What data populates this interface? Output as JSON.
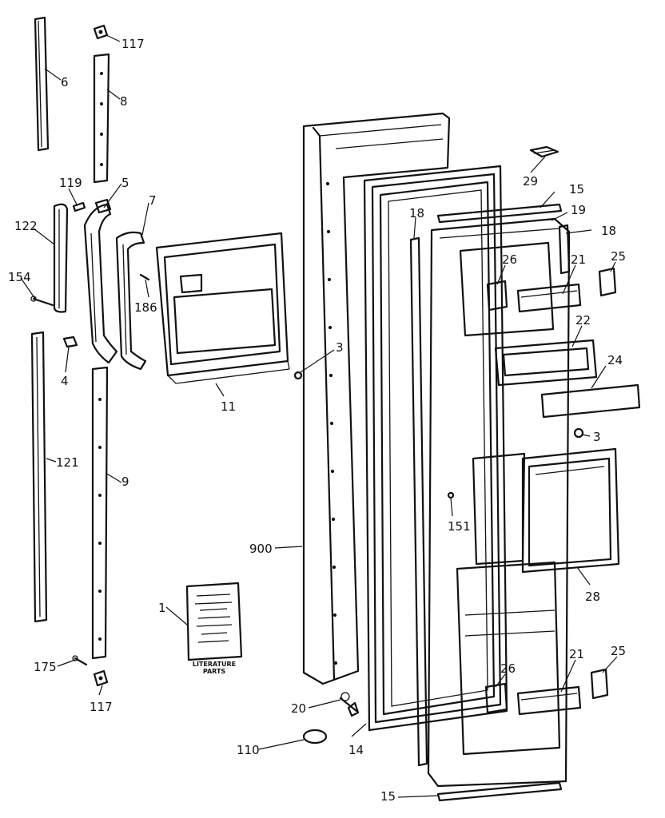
{
  "labels": {
    "l117a": "117",
    "l6": "6",
    "l8": "8",
    "l119": "119",
    "l5": "5",
    "l7": "7",
    "l122": "122",
    "l154": "154",
    "l186": "186",
    "l4": "4",
    "l11": "11",
    "l3a": "3",
    "l121": "121",
    "l9": "9",
    "l900": "900",
    "l1": "1",
    "l175": "175",
    "l117b": "117",
    "l20": "20",
    "l110": "110",
    "l14": "14",
    "l15a": "15",
    "l15b": "15",
    "l18a": "18",
    "l18b": "18",
    "l19": "19",
    "l29": "29",
    "l26a": "26",
    "l26b": "26",
    "l21a": "21",
    "l21b": "21",
    "l25a": "25",
    "l25b": "25",
    "l22": "22",
    "l24": "24",
    "l3b": "3",
    "l151": "151",
    "l28": "28"
  },
  "literature": {
    "line1": "LITERATURE",
    "line2": "PARTS"
  }
}
